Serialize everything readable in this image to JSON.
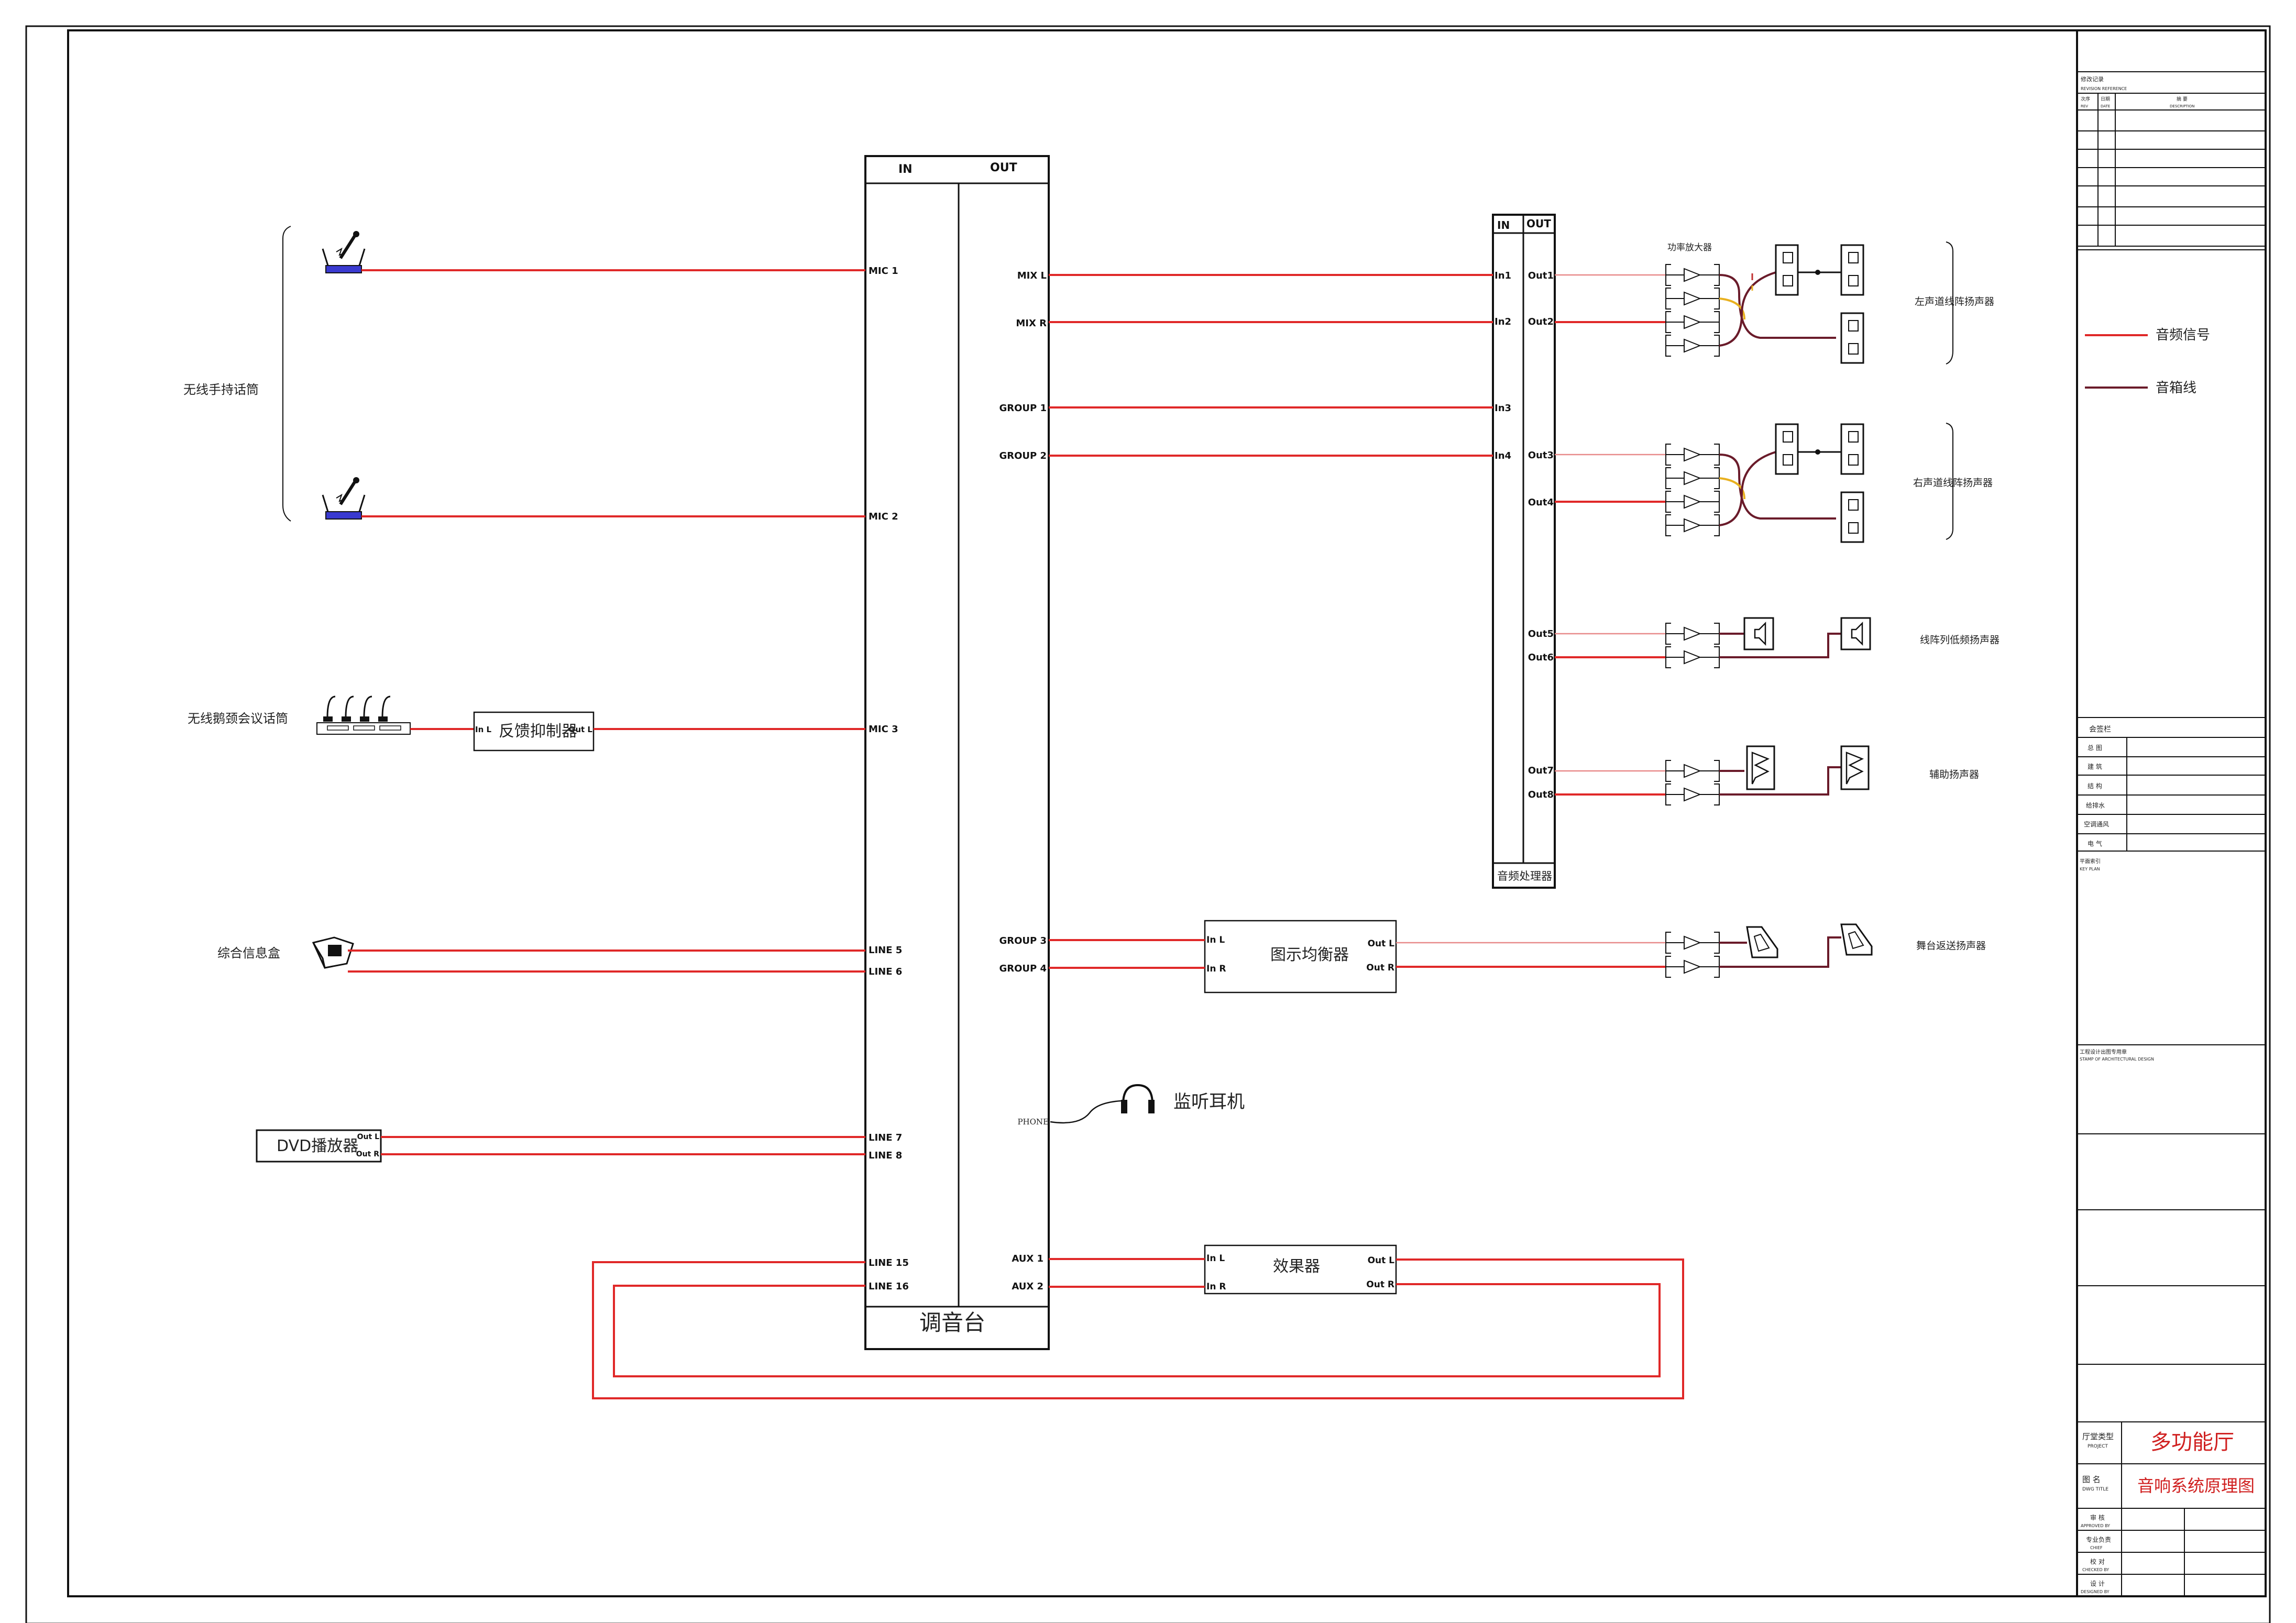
{
  "mixer": {
    "title": "调音台",
    "in_header": "IN",
    "out_header": "OUT",
    "inputs": [
      "MIC 1",
      "MIC 2",
      "MIC 3",
      "LINE 5",
      "LINE 6",
      "LINE 7",
      "LINE 8",
      "LINE 15",
      "LINE 16"
    ],
    "outputs": [
      "MIX L",
      "MIX R",
      "GROUP 1",
      "GROUP 2",
      "GROUP 3",
      "GROUP 4",
      "PHONE",
      "AUX 1",
      "AUX 2"
    ]
  },
  "processor": {
    "title": "音频处理器",
    "in_header": "IN",
    "out_header": "OUT",
    "inputs": [
      "In1",
      "In2",
      "In3",
      "In4"
    ],
    "outputs": [
      "Out1",
      "Out2",
      "Out3",
      "Out4",
      "Out5",
      "Out6",
      "Out7",
      "Out8"
    ]
  },
  "sources": {
    "wireless_handheld": "无线手持话筒",
    "conference_mic": "无线鹅颈会议话筒",
    "info_box": "综合信息盒",
    "dvd": "DVD播放器",
    "dvd_out_l": "Out L",
    "dvd_out_r": "Out R"
  },
  "devices": {
    "feedback": "反馈抑制器",
    "feedback_in": "In L",
    "feedback_out": "Out L",
    "geq": "图示均衡器",
    "geq_in_l": "In L",
    "geq_in_r": "In R",
    "geq_out_l": "Out L",
    "geq_out_r": "Out R",
    "effects": "效果器",
    "fx_in_l": "In L",
    "fx_in_r": "In R",
    "fx_out_l": "Out L",
    "fx_out_r": "Out R",
    "headphones": "监听耳机",
    "amplifier": "功率放大器"
  },
  "speakers": {
    "left_line_array": "左声道线阵扬声器",
    "right_line_array": "右声道线阵扬声器",
    "subwoofer": "线阵列低频扬声器",
    "auxiliary": "辅助扬声器",
    "stage_monitor": "舞台返送扬声器"
  },
  "legend": {
    "audio_signal": "音频信号",
    "speaker_cable": "音箱线",
    "audio_color": "#e02828",
    "speaker_color": "#6a1b2a"
  },
  "title_block": {
    "revision_cn": "修改记录",
    "revision_en": "REVISION REFERENCE",
    "rev_no_cn": "次序",
    "rev_no_en": "REV",
    "date_cn": "日期",
    "date_en": "DATE",
    "desc_cn": "摘 要",
    "desc_en": "DESCRIPTION",
    "sign_header": "会签栏",
    "sign_rows": [
      "总 图",
      "建 筑",
      "结 构",
      "给排水",
      "空调通风",
      "电 气"
    ],
    "key_plan_cn": "平面索引",
    "key_plan_en": "KEY PLAN",
    "stamp_cn": "工程设计出图专用章",
    "stamp_en": "STAMP OF ARCHITECTURAL DESIGN",
    "project_label_cn": "厅堂类型",
    "project_label_en": "PROJECT",
    "project_value": "多功能厅",
    "drawing_label_cn": "图 名",
    "drawing_label_en": "DWG TITLE",
    "drawing_value": "音响系统原理图",
    "roles": [
      {
        "cn": "审 核",
        "en": "APPROVED BY"
      },
      {
        "cn": "专业负责",
        "en": "CHIEF"
      },
      {
        "cn": "校 对",
        "en": "CHECKED BY"
      },
      {
        "cn": "设 计",
        "en": "DESIGNED BY"
      }
    ]
  }
}
